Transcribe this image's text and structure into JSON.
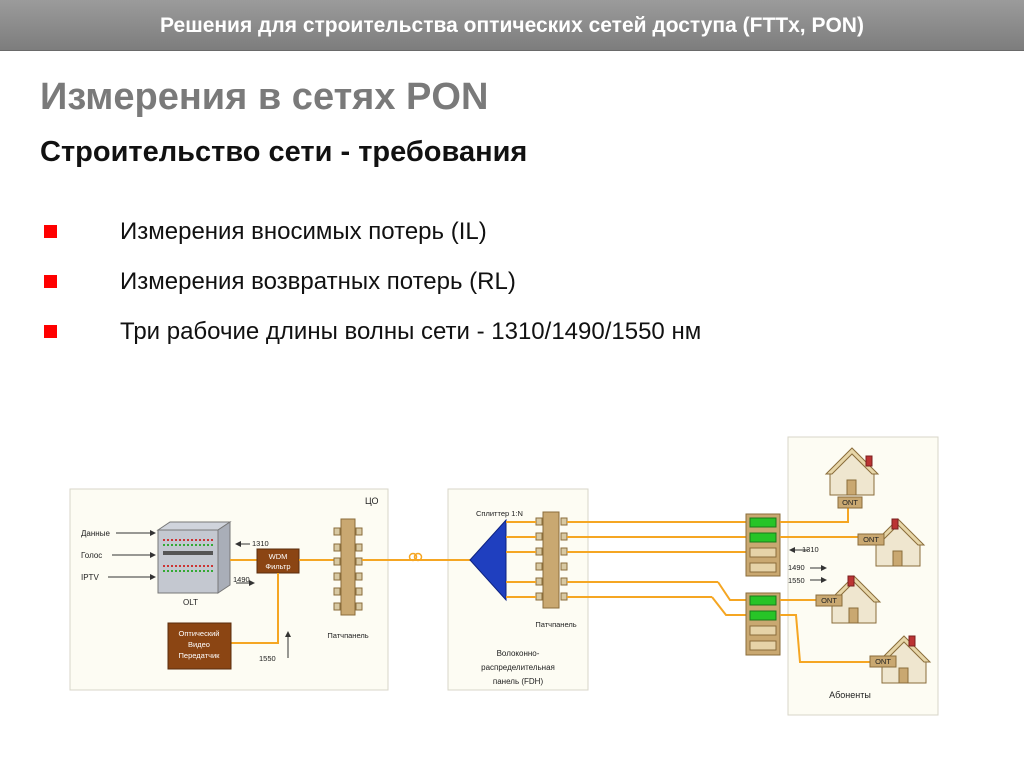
{
  "header": {
    "title": "Решения для строительства оптических сетей доступа (FTTx, PON)"
  },
  "slide": {
    "title": "Измерения в сетях PON",
    "subtitle": "Строительство сети - требования",
    "bullets": [
      "Измерения вносимых потерь (IL)",
      "Измерения возвратных потерь (RL)",
      "Три рабочие длины волны сети - 1310/1490/1550 нм"
    ]
  },
  "diagram": {
    "co_label": "ЦО",
    "inputs": [
      "Данные",
      "Голос",
      "IPTV"
    ],
    "olt_label": "OLT",
    "wdm_line1": "WDM",
    "wdm_line2": "Фильтр",
    "wl_1310": "1310",
    "wl_1490": "1490",
    "wl_1550": "1550",
    "video_tx": [
      "Оптический",
      "Видео",
      "Передатчик"
    ],
    "patch_panel": "Патчпанель",
    "splitter": "Сплиттер 1:N",
    "fdh": [
      "Волоконно-",
      "распределительная",
      "панель (FDH)"
    ],
    "ont": "ONT",
    "subscribers": "Абоненты",
    "colors": {
      "fiber": "#f5a623",
      "accent": "#ff0000",
      "splitter": "#1f3fbf",
      "wdm": "#8b4513"
    }
  }
}
